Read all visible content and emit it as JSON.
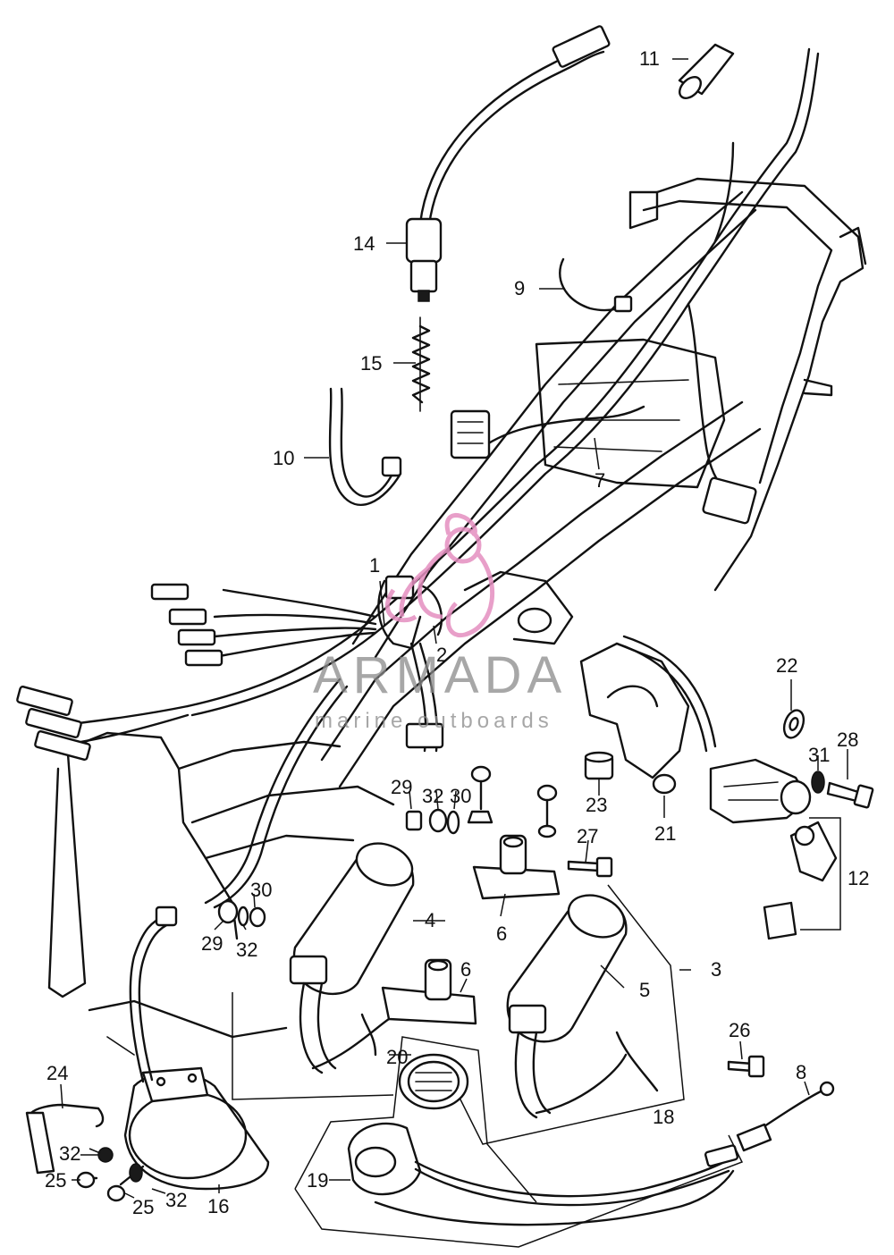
{
  "diagram": {
    "callouts": [
      {
        "id": "c1",
        "text": "1"
      },
      {
        "id": "c2",
        "text": "2"
      },
      {
        "id": "c3",
        "text": "3"
      },
      {
        "id": "c4",
        "text": "4"
      },
      {
        "id": "c5",
        "text": "5"
      },
      {
        "id": "c6a",
        "text": "6"
      },
      {
        "id": "c6b",
        "text": "6"
      },
      {
        "id": "c7",
        "text": "7"
      },
      {
        "id": "c8",
        "text": "8"
      },
      {
        "id": "c9",
        "text": "9"
      },
      {
        "id": "c10",
        "text": "10"
      },
      {
        "id": "c11",
        "text": "11"
      },
      {
        "id": "c12",
        "text": "12"
      },
      {
        "id": "c14",
        "text": "14"
      },
      {
        "id": "c15",
        "text": "15"
      },
      {
        "id": "c16",
        "text": "16"
      },
      {
        "id": "c18",
        "text": "18"
      },
      {
        "id": "c19",
        "text": "19"
      },
      {
        "id": "c20",
        "text": "20"
      },
      {
        "id": "c21",
        "text": "21"
      },
      {
        "id": "c22",
        "text": "22"
      },
      {
        "id": "c23",
        "text": "23"
      },
      {
        "id": "c24",
        "text": "24"
      },
      {
        "id": "c25a",
        "text": "25"
      },
      {
        "id": "c25b",
        "text": "25"
      },
      {
        "id": "c26",
        "text": "26"
      },
      {
        "id": "c27",
        "text": "27"
      },
      {
        "id": "c28",
        "text": "28"
      },
      {
        "id": "c29a",
        "text": "29"
      },
      {
        "id": "c29b",
        "text": "29"
      },
      {
        "id": "c30a",
        "text": "30"
      },
      {
        "id": "c30b",
        "text": "30"
      },
      {
        "id": "c31",
        "text": "31"
      },
      {
        "id": "c32a",
        "text": "32"
      },
      {
        "id": "c32b",
        "text": "32"
      },
      {
        "id": "c32c",
        "text": "32"
      },
      {
        "id": "c32d",
        "text": "32"
      }
    ]
  },
  "watermark": {
    "title": "ARMADA",
    "subtitle": "marine outboards",
    "logo_color": "#e58fc0",
    "text_color": "#8a8a8a"
  }
}
